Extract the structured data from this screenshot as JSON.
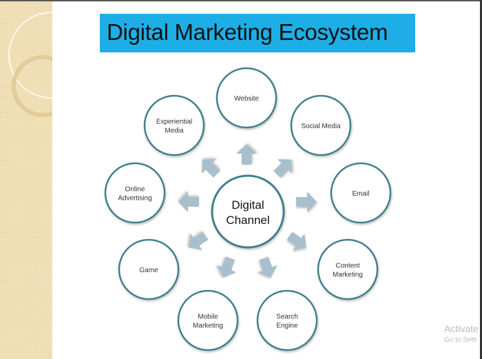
{
  "slide": {
    "title": "Digital Marketing Ecosystem",
    "center": [
      "Digital",
      "Channel"
    ],
    "nodes": [
      {
        "label": [
          "Website"
        ]
      },
      {
        "label": [
          "Social Media"
        ]
      },
      {
        "label": [
          "Email"
        ]
      },
      {
        "label": [
          "Content",
          "Marketing"
        ]
      },
      {
        "label": [
          "Search",
          "Engine"
        ]
      },
      {
        "label": [
          "Mobile",
          "Marketing"
        ]
      },
      {
        "label": [
          "Game"
        ]
      },
      {
        "label": [
          "Online",
          "Advertising"
        ]
      },
      {
        "label": [
          "Experiential",
          "Media"
        ]
      }
    ]
  },
  "watermark": {
    "line1": "Activate",
    "line2": "Go to Setti"
  },
  "colors": {
    "title_bg": "#1eaee6",
    "circle_stroke": "#3f7f8c",
    "arrow": "#a9c0cc",
    "sidebar": "#f3e3bd"
  }
}
